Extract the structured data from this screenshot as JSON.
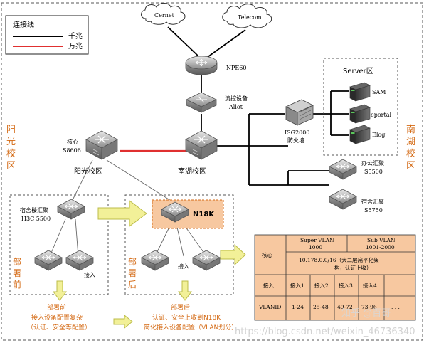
{
  "legend": {
    "title": "连接线",
    "gigabit": "千兆",
    "ten_gigabit": "万兆"
  },
  "clouds": [
    {
      "label": "Cernet"
    },
    {
      "label": "Telecom"
    }
  ],
  "devices": {
    "npe": {
      "label": "NPE60"
    },
    "allot": {
      "label_line1": "流控设备",
      "label_line2": "Allot"
    },
    "firewall": {
      "label_line1": "ISG2000",
      "label_line2": "防火墙"
    },
    "core_yangguang": {
      "label_line1": "核心",
      "label_line2": "S8606",
      "zone": "阳光校区"
    },
    "core_nanhu": {
      "zone": "南湖校区"
    },
    "office": {
      "label_line1": "办公汇聚",
      "label_line2": "S5500"
    },
    "dorm_nanhu": {
      "label_line1": "宿舍汇聚",
      "label_line2": "S5750"
    },
    "dorm_h3c": {
      "label_line1": "宿舍楼汇聚",
      "label_line2": "H3C 5500"
    },
    "n18k": {
      "label": "N18K"
    },
    "access_before": {
      "label": "接入"
    },
    "access_after": {
      "label": "接入"
    }
  },
  "server_zone": {
    "title": "Server区",
    "servers": [
      "SAM",
      "eportal",
      "Elog"
    ]
  },
  "campus_side": {
    "left": "阳光校区",
    "right": "南湖校区"
  },
  "deploy": {
    "before_label": "部署前",
    "after_label": "部署后",
    "before_notes": [
      "部署前",
      "接入设备配置复杂",
      "（认证、安全等配置）"
    ],
    "after_notes": [
      "部署后",
      "认证、安全上收到N18K",
      "简化接入设备配置（VLAN划分）"
    ]
  },
  "vlan_table": {
    "core_label": "核心",
    "super_vlan": [
      "Super VLAN",
      "1000"
    ],
    "sub_vlan": [
      "Sub VLAN",
      "1001-2000"
    ],
    "network": [
      "10.178.0.0/16（大二层扁平化架",
      "构，认证上收）"
    ],
    "access_label": "接入",
    "vlanid_label": "VLANID",
    "access_cols": [
      "接入1",
      "接入2",
      "接入3",
      "接入4",
      ". . ."
    ],
    "vlan_cols": [
      "1-24",
      "25-48",
      "49-72",
      "73-96",
      ". . ."
    ]
  },
  "watermark": {
    "text": "https://blog.csdn.net/weixin_46736340",
    "badge": "知乎 @百哥"
  },
  "colors": {
    "gigabit": "#000000",
    "ten_gigabit": "#e03030",
    "accent": "#d46a14",
    "table": "#f7c8a0",
    "arrow": "#f2f098"
  }
}
